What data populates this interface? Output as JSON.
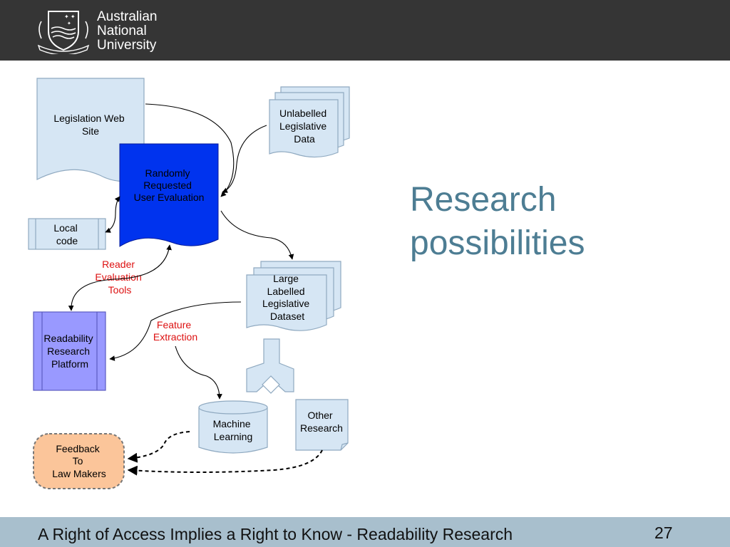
{
  "header": {
    "logo_lines": [
      "Australian",
      "National",
      "University"
    ]
  },
  "slide": {
    "title_lines": [
      "Research",
      "possibilities"
    ]
  },
  "diagram": {
    "legislation_web_site": [
      "Legislation Web",
      "Site"
    ],
    "randomly_requested": [
      "Randomly",
      "Requested",
      "User Evaluation"
    ],
    "unlabelled_data": [
      "Unlabelled",
      "Legislative",
      "Data"
    ],
    "local_code": [
      "Local",
      "code"
    ],
    "reader_evaluation_tools": [
      "Reader",
      "Evaluation",
      "Tools"
    ],
    "large_labelled_dataset": [
      "Large",
      "Labelled",
      "Legislative",
      "Dataset"
    ],
    "readability_platform": [
      "Readability",
      "Research",
      "Platform"
    ],
    "feature_extraction": [
      "Feature",
      "Extraction"
    ],
    "machine_learning": [
      "Machine",
      "Learning"
    ],
    "other_research": [
      "Other",
      "Research"
    ],
    "feedback": [
      "Feedback",
      "To",
      "Law Makers"
    ],
    "colors": {
      "light_box": "#d6e6f4",
      "box_border": "#8fa9c0",
      "dark_blue": "#0033ee",
      "purple": "#9999ff",
      "feedback_fill": "#fbc59a",
      "red_label": "#dd1111"
    }
  },
  "footer": {
    "text": "A Right of Access Implies a Right to Know - Readability Research",
    "page_number": "27"
  }
}
